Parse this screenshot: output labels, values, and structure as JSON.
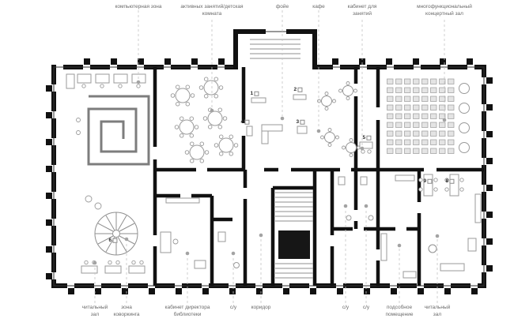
{
  "top_labels": [
    "компьютерная зона",
    "активных занятий/детская комната",
    "фойе",
    "кафе",
    "кабинет для занятий",
    "многофункциональный концертный зал"
  ],
  "bottom_labels": [
    "читальный зал",
    "зона коворкинга",
    "кабинет директора библиотеки",
    "с/у",
    "коридор",
    "с/у",
    "с/у",
    "подсобное помещение",
    "читальный зал"
  ],
  "markers": [
    "1",
    "2",
    "3",
    "4",
    "5",
    "6",
    "8",
    "9"
  ],
  "colors": {
    "wall": "#111111",
    "furniture": "#9a9a9a",
    "leader": "#c4c4c4",
    "label": "#6a6a6a",
    "background": "#ffffff"
  }
}
